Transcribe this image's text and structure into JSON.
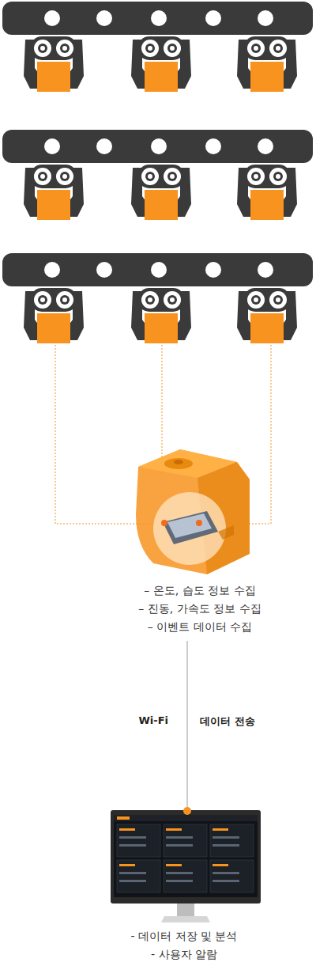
{
  "diagram": {
    "nodes": [
      {
        "text": [
          "– 온도, 습도 정보 수집",
          "– 진동, 가속도 정보 수집",
          "– 이벤트 데이터 수집"
        ]
      },
      {
        "text": [
          "- 데이터 저장 및 분석",
          "- 사용자 알람"
        ]
      }
    ],
    "edges": [
      {
        "from": 0,
        "to": 1,
        "arrow": "none",
        "label": "Wi-Fi"
      }
    ],
    "labels": [
      "데이터 전송"
    ]
  }
}
